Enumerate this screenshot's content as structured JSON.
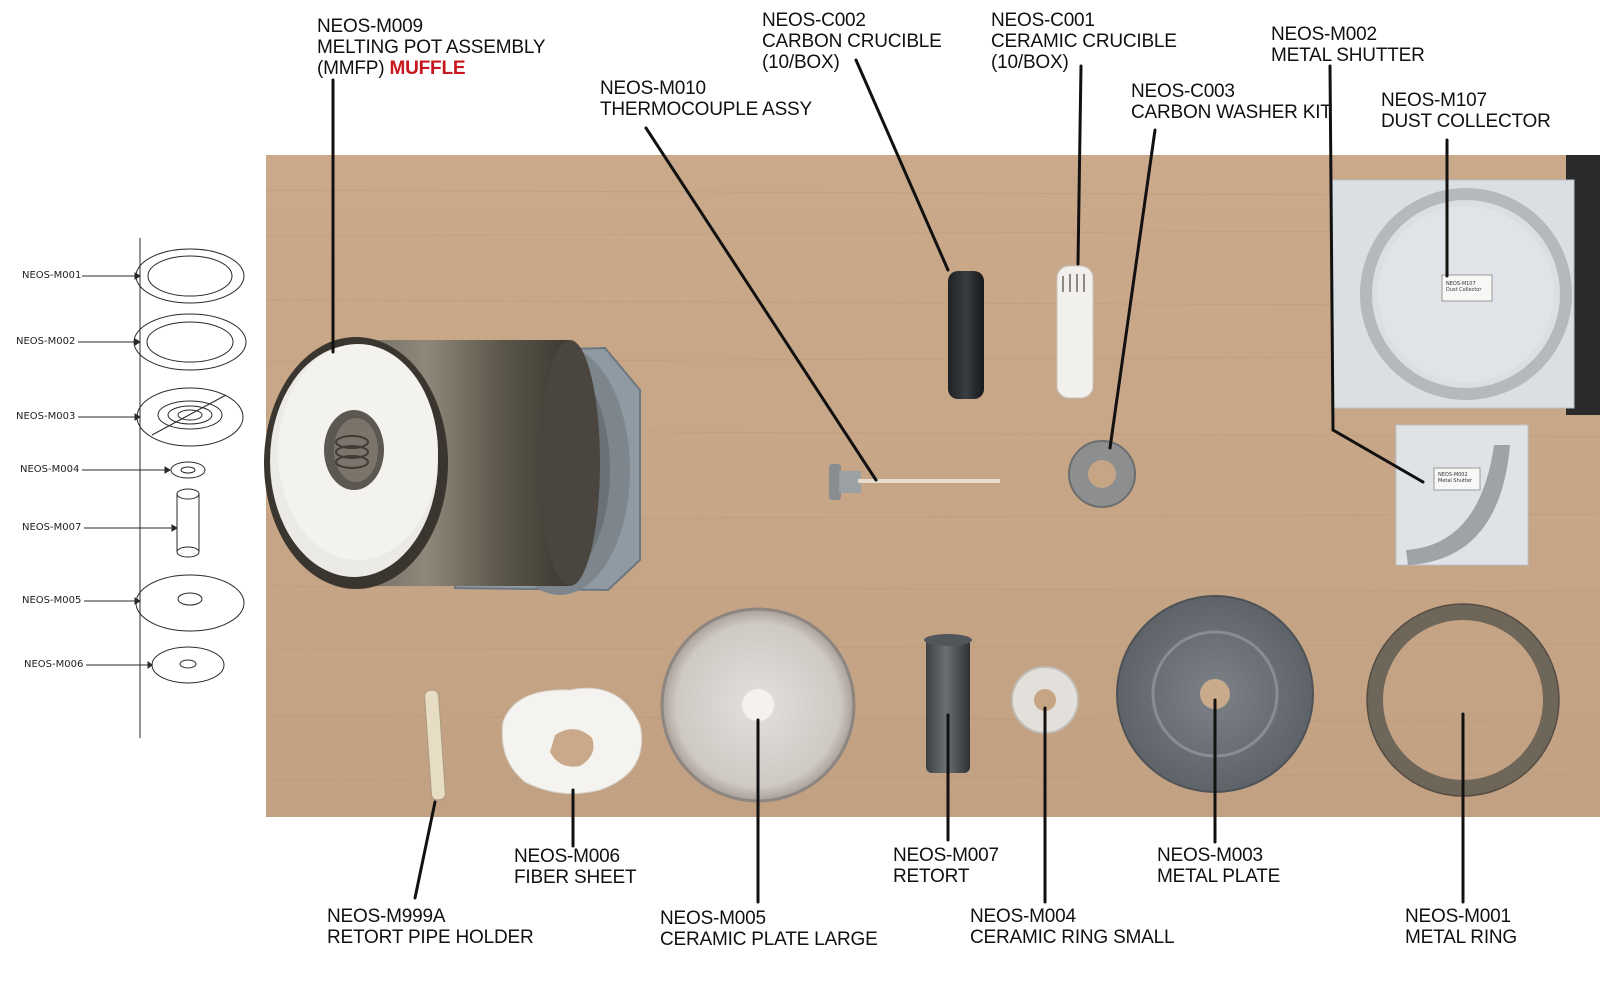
{
  "parts": {
    "m009": {
      "code": "NEOS-M009",
      "name": "MELTING POT ASSEMBLY",
      "prefix": "(MMFP)",
      "highlight": "MUFFLE"
    },
    "c002": {
      "code": "NEOS-C002",
      "name": "CARBON CRUCIBLE",
      "qty": "(10/BOX)"
    },
    "c001": {
      "code": "NEOS-C001",
      "name": "CERAMIC CRUCIBLE",
      "qty": "(10/BOX)"
    },
    "m002": {
      "code": "NEOS-M002",
      "name": "METAL SHUTTER"
    },
    "m010": {
      "code": "NEOS-M010",
      "name": "THERMOCOUPLE ASSY"
    },
    "c003": {
      "code": "NEOS-C003",
      "name": "CARBON WASHER KIT"
    },
    "m107": {
      "code": "NEOS-M107",
      "name": "DUST COLLECTOR"
    },
    "m006": {
      "code": "NEOS-M006",
      "name": "FIBER SHEET"
    },
    "m999a": {
      "code": "NEOS-M999A",
      "name": "RETORT PIPE HOLDER"
    },
    "m005": {
      "code": "NEOS-M005",
      "name": "CERAMIC PLATE LARGE"
    },
    "m007": {
      "code": "NEOS-M007",
      "name": "RETORT"
    },
    "m004": {
      "code": "NEOS-M004",
      "name": "CERAMIC RING SMALL"
    },
    "m003": {
      "code": "NEOS-M003",
      "name": "METAL PLATE"
    },
    "m001": {
      "code": "NEOS-M001",
      "name": "METAL RING"
    }
  },
  "schematic": {
    "labels": [
      "NEOS-M001",
      "NEOS-M002",
      "NEOS-M003",
      "NEOS-M004",
      "NEOS-M007",
      "NEOS-M005",
      "NEOS-M006"
    ]
  },
  "bag_tags": {
    "m107_line1": "NEOS-M107",
    "m107_line2": "Dust Collector",
    "m002_line1": "NEOS-M002",
    "m002_line2": "Metal Shutter"
  },
  "colors": {
    "table": "#c9ab8c",
    "highlight": "#c8171e",
    "leader": "#111111"
  }
}
